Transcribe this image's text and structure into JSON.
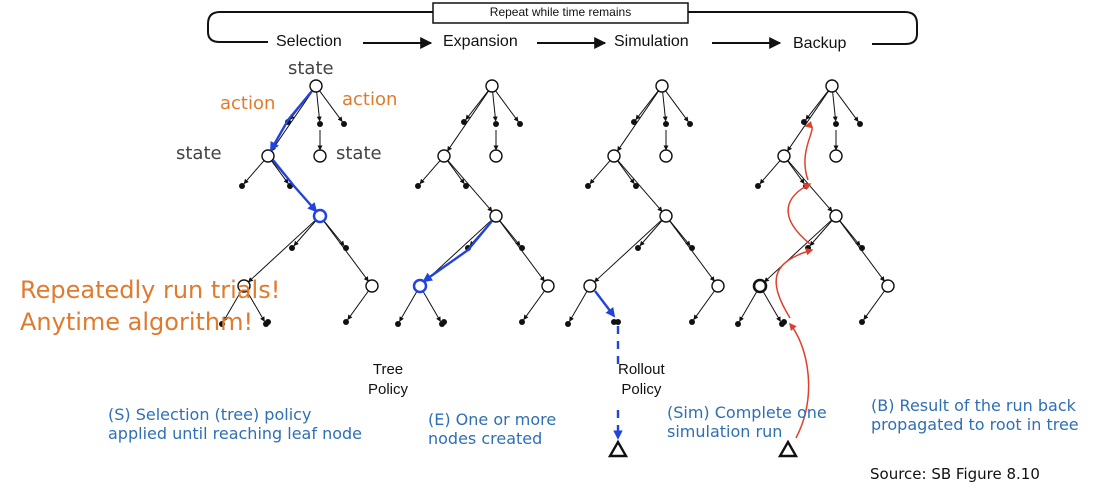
{
  "loop": {
    "repeat_label": "Repeat while time remains",
    "phases": [
      "Selection",
      "Expansion",
      "Simulation",
      "Backup"
    ]
  },
  "labels": {
    "state_root": "state",
    "action_left": "action",
    "action_right": "action",
    "state_left": "state",
    "state_right": "state",
    "tree_policy": [
      "Tree",
      "Policy"
    ],
    "rollout_policy": [
      "Rollout",
      "Policy"
    ]
  },
  "headline": [
    "Repeatedly run trials!",
    "Anytime algorithm!"
  ],
  "captions": {
    "selection": [
      "(S) Selection (tree) policy",
      "applied until reaching leaf node"
    ],
    "expansion": [
      "(E) One or more",
      "nodes created"
    ],
    "simulation": [
      "(Sim) Complete one",
      "simulation run"
    ],
    "backup": [
      "(B) Result of the run back",
      "propagated to root in tree"
    ]
  },
  "source": "Source: SB Figure 8.10",
  "colors": {
    "orange": "#e07b2e",
    "blue": "#2e6fb5",
    "path_blue": "#2244dd",
    "backup_red": "#e0402a"
  }
}
